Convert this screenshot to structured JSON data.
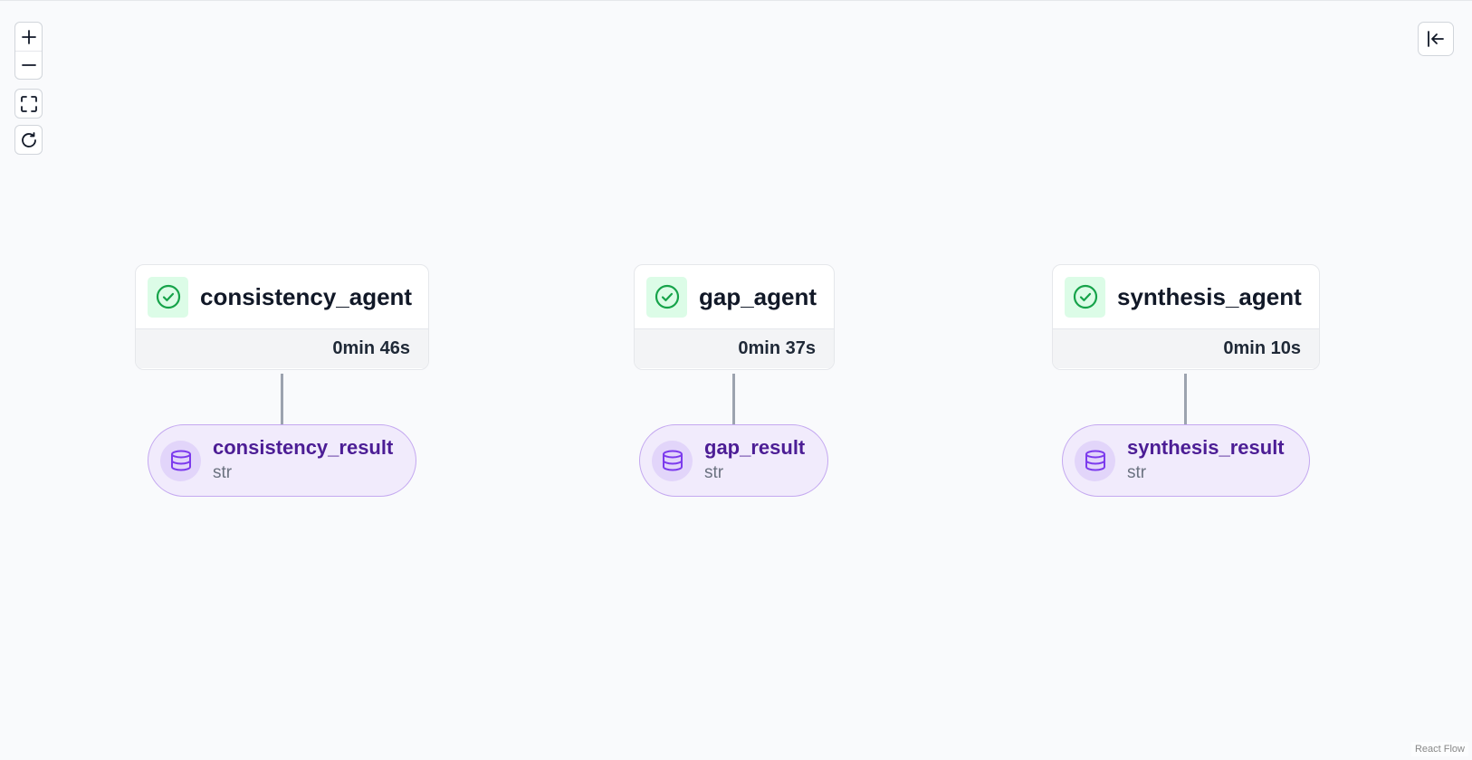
{
  "controls": {
    "zoom_in": "+",
    "zoom_out": "−",
    "fit_view_icon": "fit-view-icon",
    "refresh_icon": "refresh-icon",
    "collapse_icon": "collapse-panel-icon"
  },
  "colors": {
    "background": "#f9fafc",
    "success": "#16a34a",
    "success_bg": "#dcfce7",
    "result_bg": "#f1ebfc",
    "result_border": "#c4a8f0",
    "result_text": "#4c1d95",
    "db_icon": "#7c3aed",
    "edge": "#9ca3af"
  },
  "agents": [
    {
      "name": "consistency_agent",
      "duration": "0min 46s",
      "status_icon": "check-circle-icon"
    },
    {
      "name": "gap_agent",
      "duration": "0min 37s",
      "status_icon": "check-circle-icon"
    },
    {
      "name": "synthesis_agent",
      "duration": "0min 10s",
      "status_icon": "check-circle-icon"
    }
  ],
  "results": [
    {
      "name": "consistency_result",
      "type": "str",
      "icon": "database-icon"
    },
    {
      "name": "gap_result",
      "type": "str",
      "icon": "database-icon"
    },
    {
      "name": "synthesis_result",
      "type": "str",
      "icon": "database-icon"
    }
  ],
  "attribution": "React Flow"
}
